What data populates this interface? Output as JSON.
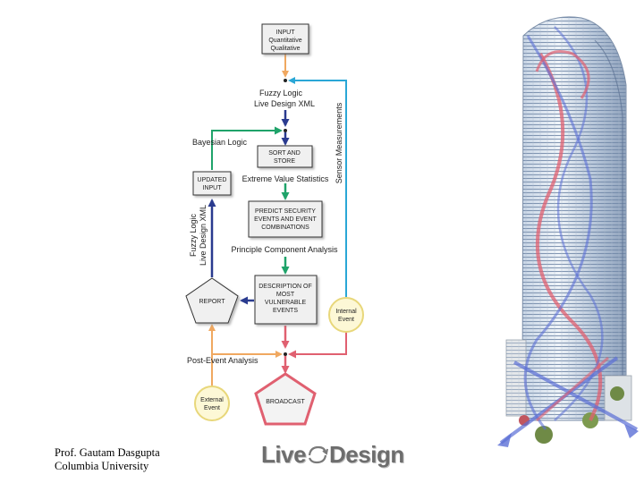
{
  "nodes": {
    "input": [
      "INPUT",
      "Quantitative",
      "Qualitative"
    ],
    "sort": [
      "SORT AND",
      "STORE"
    ],
    "updated": [
      "UPDATED",
      "INPUT"
    ],
    "predict": [
      "PREDICT SECURITY",
      "EVENTS AND EVENT",
      "COMBINATIONS"
    ],
    "description": [
      "DESCRIPTION OF",
      "MOST",
      "VULNERABLE",
      "EVENTS"
    ],
    "report": "REPORT",
    "internal": [
      "Internal",
      "Event"
    ],
    "external": [
      "External",
      "Event"
    ],
    "broadcast": "BROADCAST"
  },
  "labels": {
    "fuzzy_top": [
      "Fuzzy Logic",
      "Live Design XML"
    ],
    "bayesian": "Bayesian Logic",
    "extreme": "Extreme Value Statistics",
    "principle": "Principle Component Analysis",
    "fuzzy_side": [
      "Fuzzy Logic",
      "Live Design XML"
    ],
    "sensor": "Sensor Measurements",
    "post_event": "Post-Event Analysis"
  },
  "credit": [
    "Prof. Gautam Dasgupta",
    "Columbia University"
  ],
  "logo": {
    "left": "Live",
    "right": "Design"
  },
  "colors": {
    "orange": "#f0a860",
    "navy": "#2a3b8f",
    "green": "#1fa36a",
    "teal": "#2aa7d6",
    "red": "#e06070",
    "node_fill": "#f0f0f0",
    "external_fill": "#fdf8d6",
    "external_stroke": "#e8d77a"
  }
}
